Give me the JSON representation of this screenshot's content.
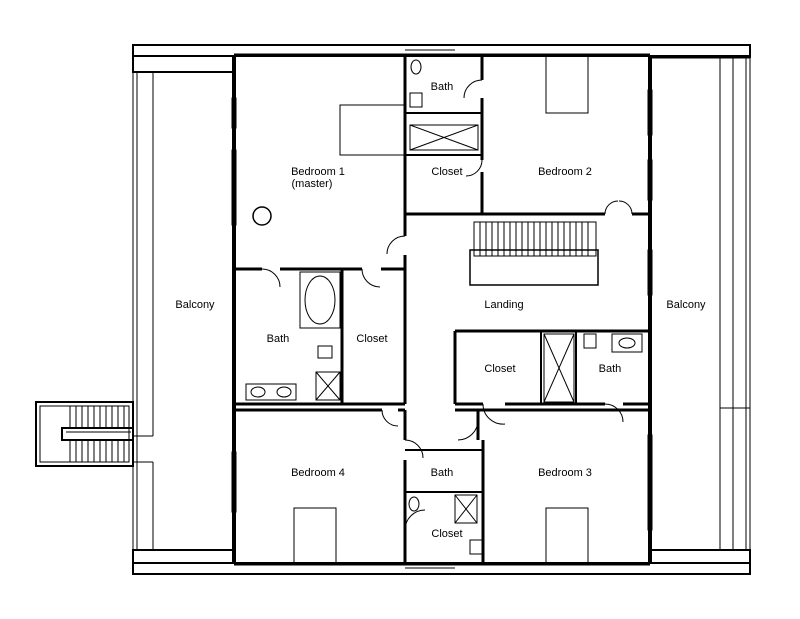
{
  "plan": {
    "rooms": [
      {
        "id": "bedroom1",
        "label": "Bedroom 1",
        "sub": "(master)"
      },
      {
        "id": "bath_top",
        "label": "Bath"
      },
      {
        "id": "closet_top",
        "label": "Closet"
      },
      {
        "id": "bedroom2",
        "label": "Bedroom 2"
      },
      {
        "id": "balcony_left",
        "label": "Balcony"
      },
      {
        "id": "balcony_right",
        "label": "Balcony"
      },
      {
        "id": "landing",
        "label": "Landing"
      },
      {
        "id": "bath1",
        "label": "Bath"
      },
      {
        "id": "closet1",
        "label": "Closet"
      },
      {
        "id": "closet_mid",
        "label": "Closet"
      },
      {
        "id": "bath_mid",
        "label": "Bath"
      },
      {
        "id": "bedroom4",
        "label": "Bedroom 4"
      },
      {
        "id": "bath_bottom",
        "label": "Bath"
      },
      {
        "id": "bedroom3",
        "label": "Bedroom 3"
      },
      {
        "id": "closet_bottom",
        "label": "Closet"
      }
    ]
  }
}
